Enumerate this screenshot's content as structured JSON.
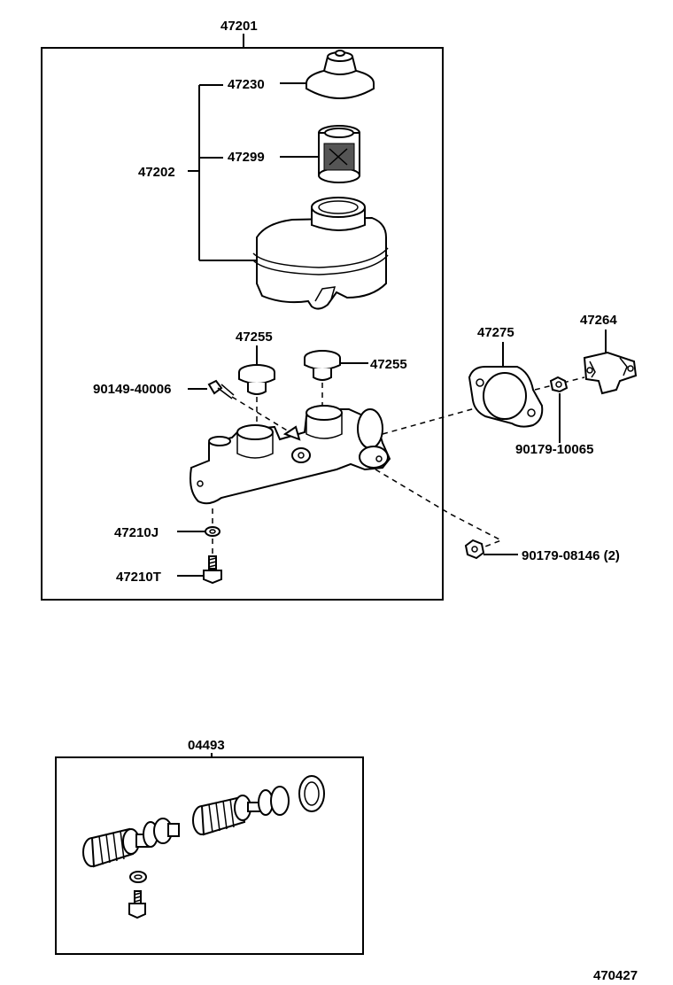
{
  "labels": {
    "assembly": "47201",
    "reservoir_group": "47202",
    "cap": "47230",
    "filter": "47299",
    "grommet_top": "47255",
    "grommet_right": "47255",
    "screw": "90149-40006",
    "gasket": "47275",
    "bracket": "47264",
    "nut_bracket": "90179-10065",
    "nut_mount": "90179-08146 (2)",
    "washer": "47210J",
    "bolt": "47210T",
    "kit": "04493",
    "figure_code": "470427"
  }
}
